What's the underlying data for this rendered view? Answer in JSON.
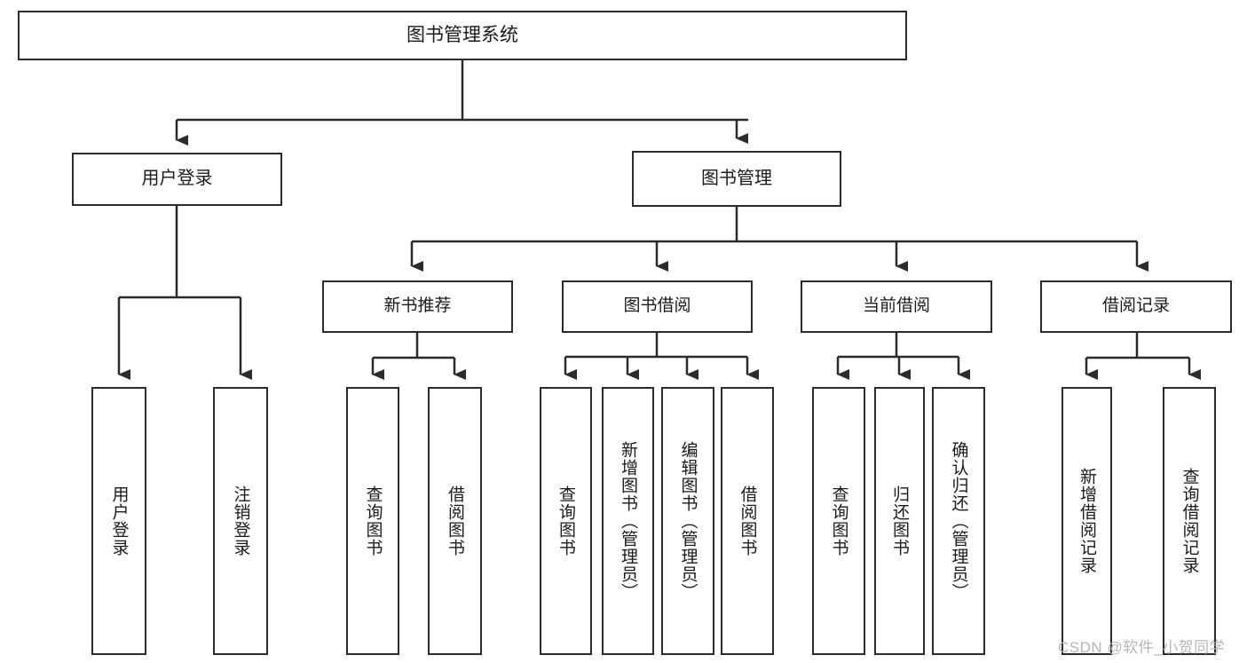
{
  "diagram": {
    "type": "tree",
    "title": "图书管理系统",
    "orientation": "top-down",
    "colors": {
      "box_border": "#2b2b2b",
      "box_fill": "#ffffff",
      "connector": "#2b2b2b",
      "text": "#1a1a1a",
      "watermark": "#b6b6b6"
    }
  },
  "root": {
    "label": "图书管理系统"
  },
  "level2": [
    {
      "id": "user-login",
      "label": "用户登录"
    },
    {
      "id": "book-management",
      "label": "图书管理"
    }
  ],
  "level3": [
    {
      "id": "new-book-recommend",
      "label": "新书推荐"
    },
    {
      "id": "book-borrow",
      "label": "图书借阅"
    },
    {
      "id": "current-borrow",
      "label": "当前借阅"
    },
    {
      "id": "borrow-record",
      "label": "借阅记录"
    }
  ],
  "leaves": {
    "user_login": [
      {
        "id": "leaf-user-login",
        "label": "用户登录"
      },
      {
        "id": "leaf-logout",
        "label": "注销登录"
      }
    ],
    "new_book_recommend": [
      {
        "id": "leaf-query-book-1",
        "label": "查询图书"
      },
      {
        "id": "leaf-borrow-book-1",
        "label": "借阅图书"
      }
    ],
    "book_borrow": [
      {
        "id": "leaf-query-book-2",
        "label": "查询图书"
      },
      {
        "id": "leaf-add-book",
        "label": "新增图书（管理员）"
      },
      {
        "id": "leaf-edit-book",
        "label": "编辑图书（管理员）"
      },
      {
        "id": "leaf-borrow-book-2",
        "label": "借阅图书"
      }
    ],
    "current_borrow": [
      {
        "id": "leaf-query-book-3",
        "label": "查询图书"
      },
      {
        "id": "leaf-return-book",
        "label": "归还图书"
      },
      {
        "id": "leaf-confirm-return",
        "label": "确认归还（管理员）"
      }
    ],
    "borrow_record": [
      {
        "id": "leaf-add-record",
        "label": "新增借阅记录"
      },
      {
        "id": "leaf-query-record",
        "label": "查询借阅记录"
      }
    ]
  },
  "watermark": {
    "text": "CSDN @软件_小贺同学"
  }
}
